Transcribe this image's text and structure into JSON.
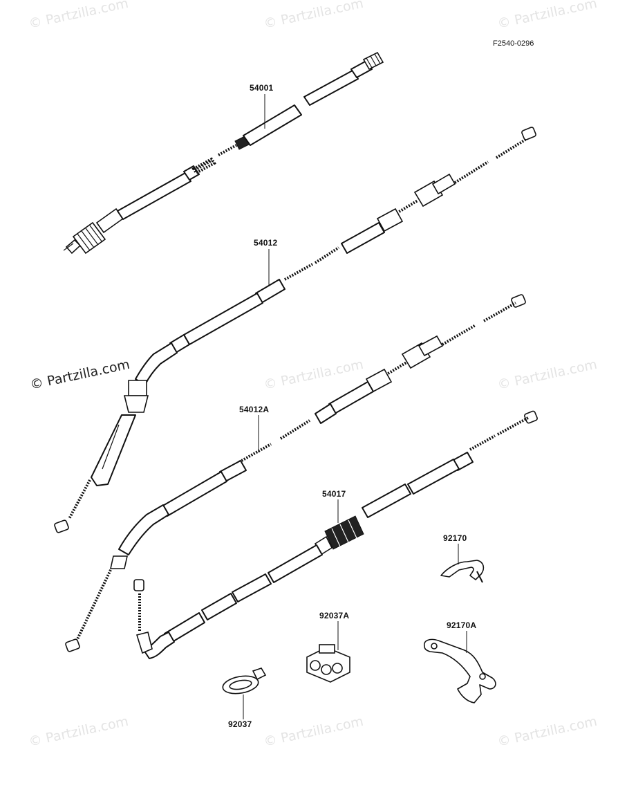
{
  "diagram_code": "F2540-0296",
  "watermark_text": "© Partzilla.com",
  "parts": [
    {
      "id": "54001"
    },
    {
      "id": "54012"
    },
    {
      "id": "54012A"
    },
    {
      "id": "54017"
    },
    {
      "id": "92170"
    },
    {
      "id": "92037A"
    },
    {
      "id": "92170A"
    },
    {
      "id": "92037"
    }
  ]
}
